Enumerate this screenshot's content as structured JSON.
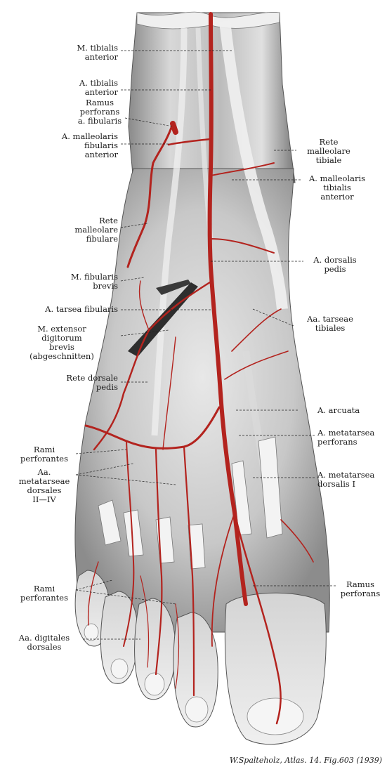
{
  "labels_left": [
    {
      "id": "m-tibialis-anterior",
      "text": "M. tibialis\nanterior"
    },
    {
      "id": "a-tibialis-anterior",
      "text": "A. tibialis\nanterior"
    },
    {
      "id": "ramus-perforans-fibularis",
      "text": "Ramus\nperforans\na. fibularis"
    },
    {
      "id": "a-malleolaris-fibularis-anterior",
      "text": "A. malleolaris\nfibularis\nanterior"
    },
    {
      "id": "rete-malleolare-fibulare",
      "text": "Rete\nmalleolare\nfibulare"
    },
    {
      "id": "m-fibularis-brevis",
      "text": "M. fibularis\nbrevis"
    },
    {
      "id": "a-tarsea-fibularis",
      "text": "A. tarsea fibularis"
    },
    {
      "id": "m-extensor-digitorum-brevis",
      "text": "M. extensor\ndigitorum\nbrevis\n(abgeschnitten)"
    },
    {
      "id": "rete-dorsale-pedis",
      "text": "Rete dorsale\npedis"
    },
    {
      "id": "rami-perforantes-upper",
      "text": "Rami\nperforantes"
    },
    {
      "id": "aa-metatarseae-dorsales",
      "text": "Aa.\nmetatarseae\ndorsales\nII—IV"
    },
    {
      "id": "rami-perforantes-lower",
      "text": "Rami\nperforantes"
    },
    {
      "id": "aa-digitales-dorsales",
      "text": "Aa. digitales\ndorsales"
    }
  ],
  "labels_right": [
    {
      "id": "rete-malleolare-tibiale",
      "text": "Rete\nmalleolare\ntibiale"
    },
    {
      "id": "a-malleolaris-tibialis-anterior",
      "text": "A. malleolaris\ntibialis\nanterior"
    },
    {
      "id": "a-dorsalis-pedis",
      "text": "A. dorsalis\npedis"
    },
    {
      "id": "aa-tarseae-tibiales",
      "text": "Aa. tarseae\ntibiales"
    },
    {
      "id": "a-arcuata",
      "text": "A. arcuata"
    },
    {
      "id": "a-metatarsea-perforans",
      "text": "A. metatarsea\nperforans"
    },
    {
      "id": "a-metatarsea-dorsalis-i",
      "text": "A. metatarsea\ndorsalis I"
    },
    {
      "id": "ramus-perforans",
      "text": "Ramus\nperforans"
    }
  ],
  "caption": "W.Spalteholz, Atlas. 14. Fig.603 (1939)",
  "colors": {
    "artery": "#b3231e",
    "tissue_light": "#e4e4e4",
    "tissue_mid": "#b8b8b8",
    "tissue_dark": "#5a5a5a"
  }
}
